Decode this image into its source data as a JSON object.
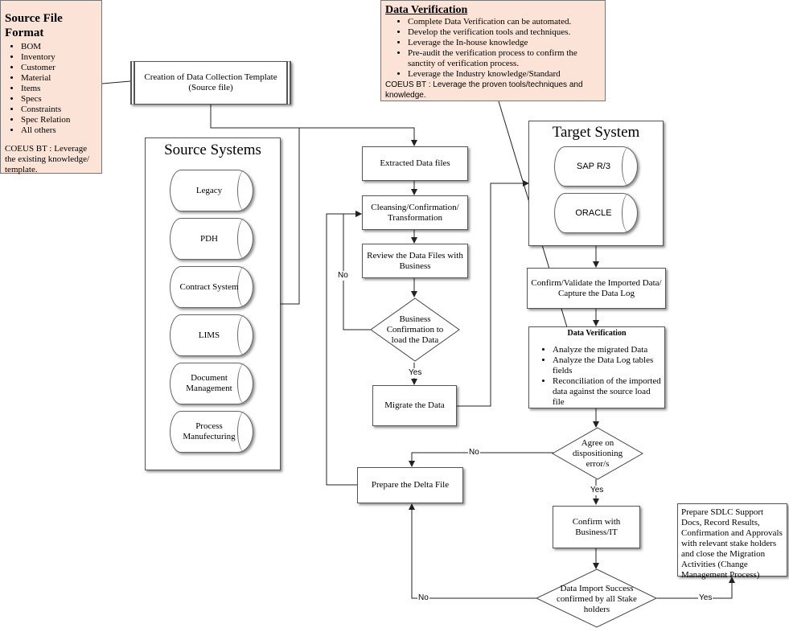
{
  "source_note": {
    "title": "Source File Format",
    "items": [
      "BOM",
      "Inventory",
      "Customer",
      "Material",
      "Items",
      "Specs",
      "Constraints",
      "Spec Relation",
      "All others"
    ],
    "footer": "COEUS BT : Leverage the existing knowledge/ template."
  },
  "verification_note": {
    "title": "Data Verification",
    "items": [
      "Complete Data Verification can be automated.",
      "Develop the verification tools and techniques.",
      "Leverage the In-house knowledge",
      "Pre-audit the verification process to confirm the sanctity of verification process.",
      "Leverage the Industry knowledge/Standard"
    ],
    "footer": "COEUS BT : Leverage the proven tools/techniques and knowledge."
  },
  "template_box": "Creation of Data Collection Template (Source file)",
  "source_systems": {
    "title": "Source Systems",
    "items": [
      "Legacy",
      "PDH",
      "Contract System",
      "LIMS",
      "Document Management",
      "Process Manufecturing"
    ]
  },
  "target_system": {
    "title": "Target System",
    "items": [
      "SAP R/3",
      "ORACLE"
    ]
  },
  "steps": {
    "extracted": "Extracted Data files",
    "cleansing": "Cleansing/Confirmation/ Transformation",
    "review": "Review the Data Files with Business",
    "business_confirmation": "Business Confirmation to load the Data",
    "migrate": "Migrate the Data",
    "delta": "Prepare the Delta File",
    "confirm_validate": "Confirm/Validate the Imported Data/ Capture the Data Log",
    "agree": "Agree on dispositioning error/s",
    "confirm_business": "Confirm with Business/IT",
    "import_success": "Data Import Success confirmed by all Stake holders",
    "sdlc": "Prepare SDLC Support Docs, Record Results, Confirmation and Approvals with relevant stake holders and close the Migration Activities (Change Management Process)"
  },
  "verification_box": {
    "title": "Data Verification",
    "items": [
      "Analyze the migrated Data",
      "Analyze the Data Log tables fields",
      "Reconciliation of the imported data against the source load file"
    ]
  },
  "labels": {
    "no_business": "No",
    "yes_business": "Yes",
    "no_agree": "No",
    "yes_agree": "Yes",
    "no_import": "No",
    "yes_import": "Yes"
  }
}
